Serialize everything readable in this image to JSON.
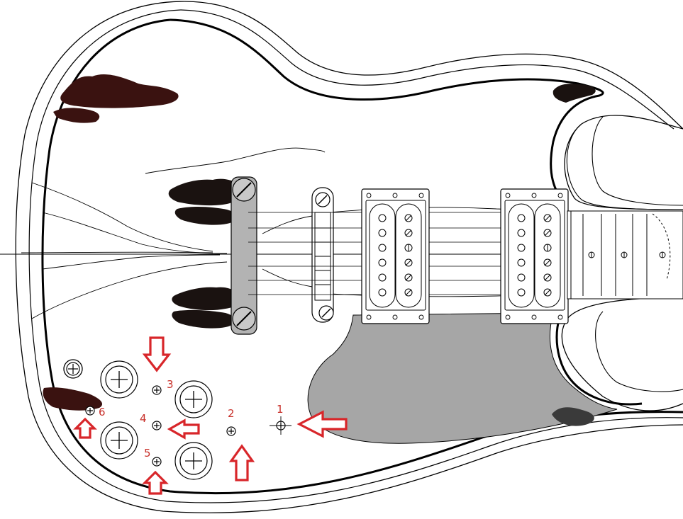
{
  "diagram": {
    "colors": {
      "outline": "#000000",
      "body": "#ffffff",
      "pickguard": "#a6a6a6",
      "tailpiece": "#b3b3b3",
      "dark_painting": "#1a1210",
      "red_painting": "#3a1210",
      "arrow": "#d8262a",
      "label": "#c8302a"
    },
    "switch_labels": [
      "1",
      "2",
      "3",
      "4",
      "5",
      "6"
    ],
    "icons": [
      "jack-icon",
      "knob-icon",
      "toggle-switch-icon",
      "arrow-icon",
      "pickup-icon",
      "screw-icon"
    ]
  }
}
